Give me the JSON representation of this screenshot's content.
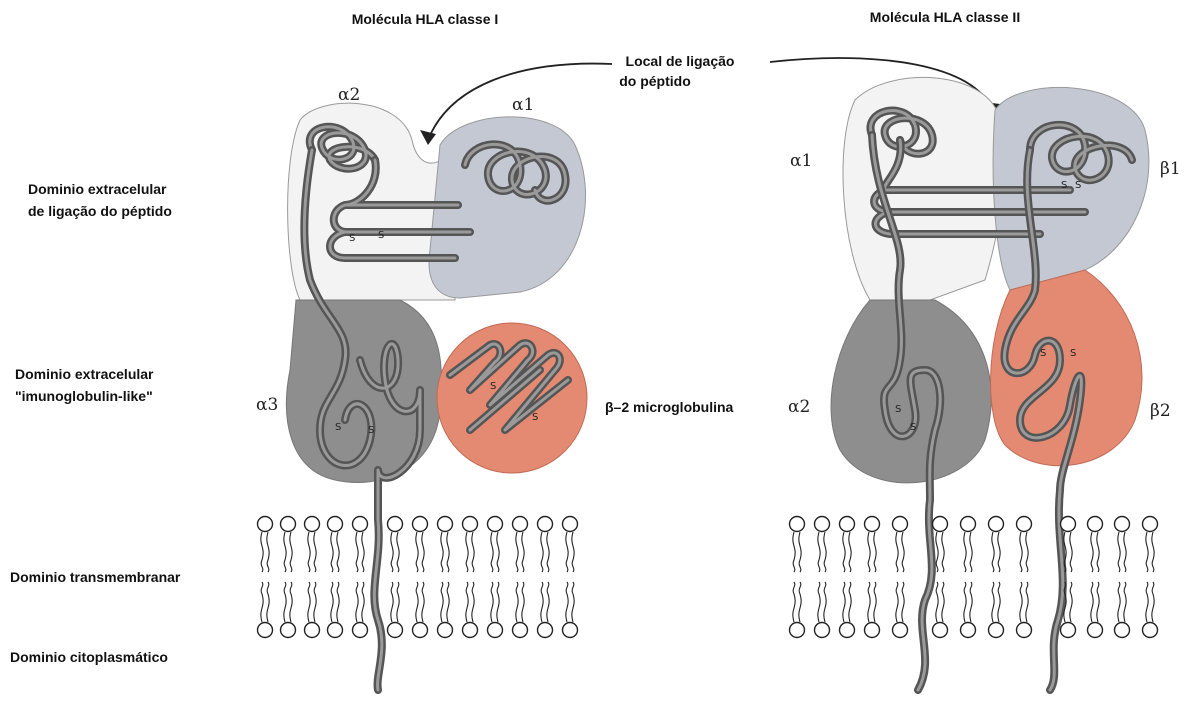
{
  "titles": {
    "class1": "Molécula HLA classe I",
    "class2": "Molécula HLA classe II"
  },
  "binding_site": {
    "line1": "Local de ligação",
    "line2": "do péptido"
  },
  "domains": {
    "peptide_binding_line1": "Dominio extracelular",
    "peptide_binding_line2": "de ligação do péptido",
    "ig_like_line1": "Dominio extracelular",
    "ig_like_line2": "\"imunoglobulin-like\"",
    "transmembrane": "Dominio transmembranar",
    "cytoplasmic": "Dominio citoplasmático"
  },
  "class1_labels": {
    "alpha1": "α1",
    "alpha2": "α2",
    "alpha3": "α3",
    "b2m": "β–2 microglobulina"
  },
  "class2_labels": {
    "alpha1": "α1",
    "alpha2": "α2",
    "beta1": "β1",
    "beta2": "β2"
  },
  "disulfide": "S",
  "colors": {
    "light_domain": "#f3f3f3",
    "blue_domain": "#c3c8d2",
    "dark_domain": "#8e8e8e",
    "salmon_domain": "#e58a72",
    "chain": "#555555"
  }
}
